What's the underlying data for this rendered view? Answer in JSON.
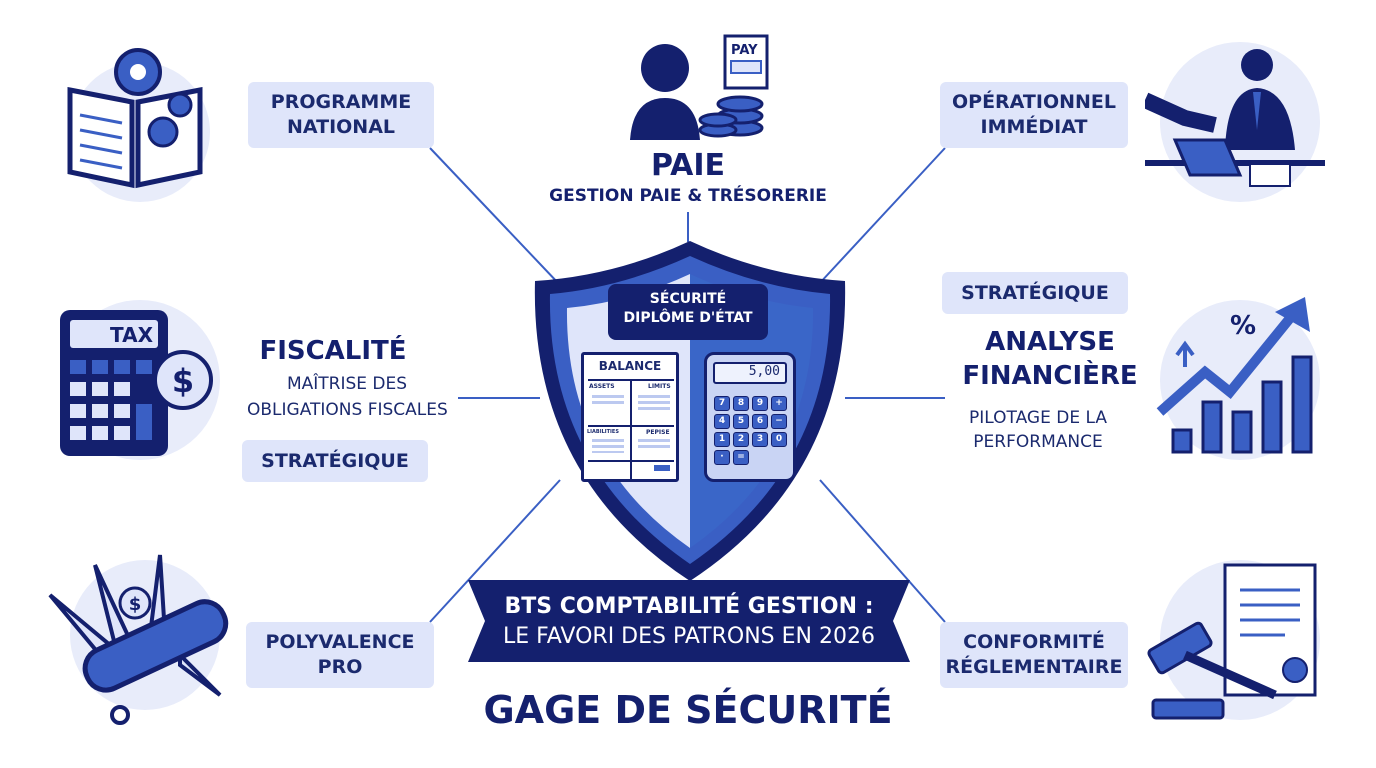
{
  "colors": {
    "navy": "#14206e",
    "blue": "#3a5fc4",
    "light": "#dfe5fa"
  },
  "top": {
    "title": "PAIE",
    "subtitle": "GESTION PAIE & TRÉSORERIE",
    "icon_label": "PAY"
  },
  "pills": {
    "programme": [
      "PROGRAMME",
      "NATIONAL"
    ],
    "operationnel": [
      "OPÉRATIONNEL",
      "IMMÉDIAT"
    ],
    "strategique_right": "STRATÉGIQUE",
    "strategique_left": "STRATÉGIQUE",
    "polyvalence": [
      "POLYVALENCE",
      "PRO"
    ],
    "conformite": [
      "CONFORMITÉ",
      "RÉGLEMENTAIRE"
    ]
  },
  "left": {
    "title": "FISCALITÉ",
    "desc": [
      "MAÎTRISE DES",
      "OBLIGATIONS FISCALES"
    ],
    "icon_label": "TAX"
  },
  "right": {
    "title": [
      "ANALYSE",
      "FINANCIÈRE"
    ],
    "desc": [
      "PILOTAGE DE LA",
      "PERFORMANCE"
    ],
    "icon_label": "%"
  },
  "shield": {
    "badge": [
      "SÉCURITÉ",
      "DIPLÔME D'ÉTAT"
    ],
    "ledger": {
      "title": "BALANCE",
      "cols": [
        "ASSETS",
        "LIMITS",
        "LIABILITIES",
        "PEPISE"
      ]
    },
    "calculator": {
      "display": "5,00",
      "keys": [
        "7",
        "8",
        "9",
        "+",
        "4",
        "5",
        "6",
        "−",
        "1",
        "2",
        "3",
        "0",
        "·",
        "="
      ]
    }
  },
  "banner": {
    "line1": "BTS COMPTABILITÉ GESTION :",
    "line2": "LE FAVORI DES PATRONS EN 2026"
  },
  "footer": {
    "title": "GAGE DE SÉCURITÉ"
  }
}
